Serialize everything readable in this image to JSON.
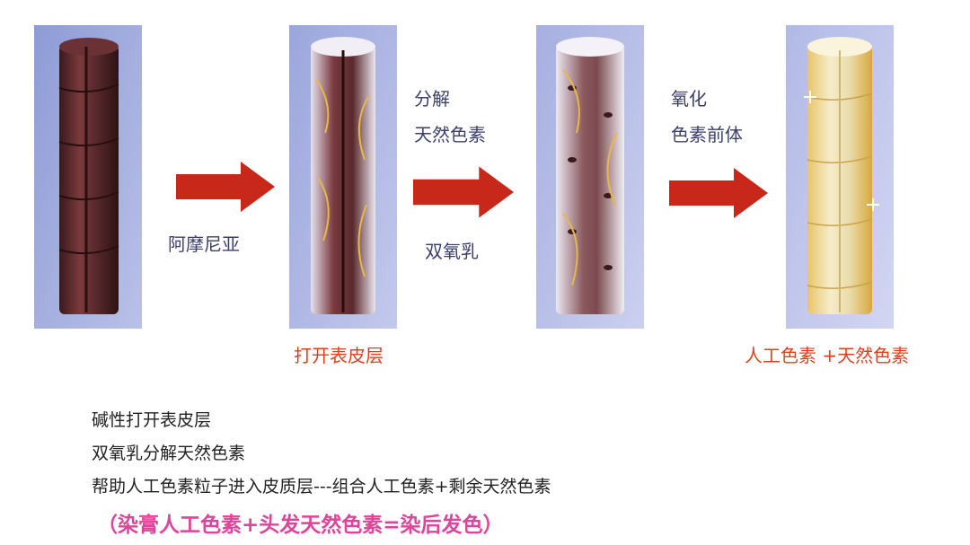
{
  "step_labels": {
    "ammonia": "阿摩尼亚",
    "open_cuticle": "打开表皮层",
    "decompose_1": "分解",
    "decompose_2": "天然色素",
    "peroxide": "双氧乳",
    "oxidize_1": "氧化",
    "oxidize_2": "色素前体",
    "result": "人工色素 +天然色素"
  },
  "notes": [
    "碱性打开表皮层",
    "双氧乳分解天然色素",
    "帮助人工色素粒子进入皮质层---组合人工色素+剩余天然色素"
  ],
  "formula": "（染膏人工色素+头发天然色素=染后发色）",
  "colors": {
    "arrow_red": "#c8281a",
    "label_dark": "#3b3f6b",
    "label_red": "#e0401e",
    "formula_pink": "#e0449a",
    "panel_bg": "#a9b2e0"
  }
}
